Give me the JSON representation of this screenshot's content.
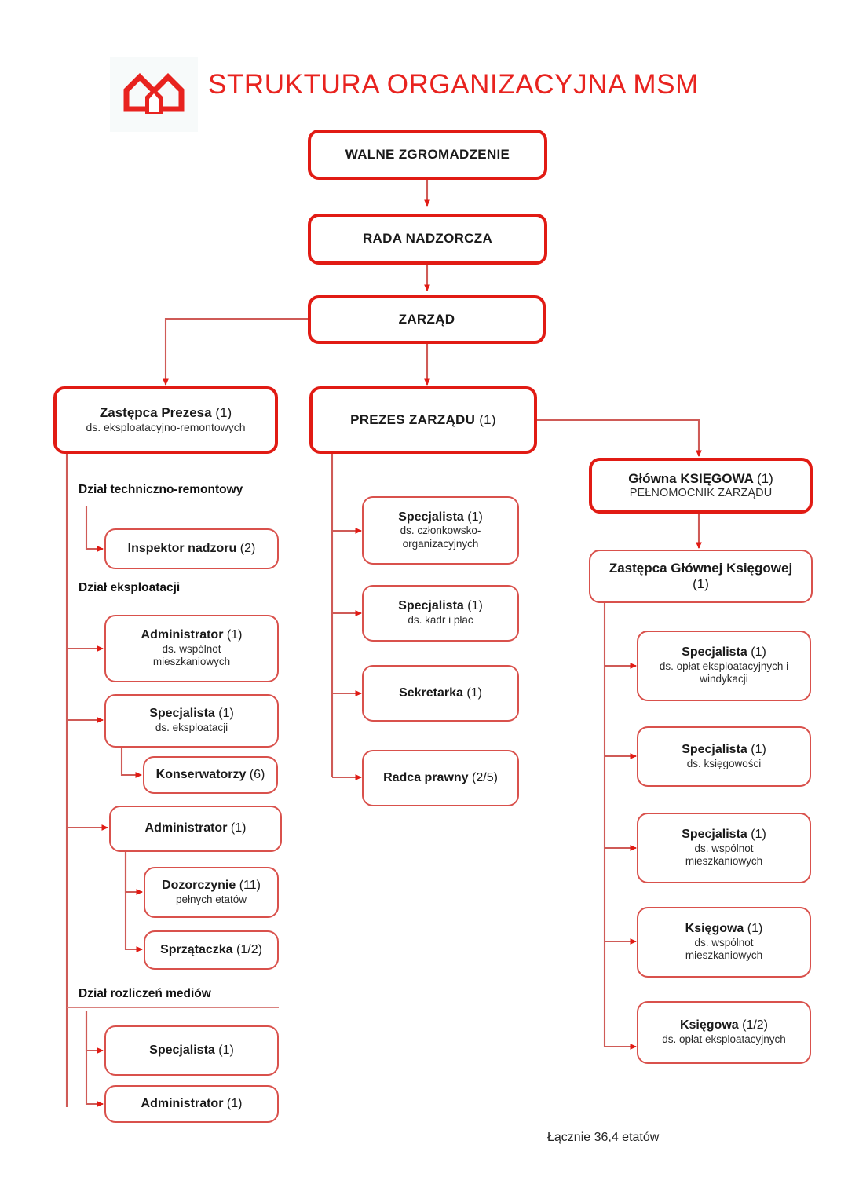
{
  "header": {
    "title": "STRUKTURA   ORGANIZACYJNA MSM",
    "logo_icon": "double-house-logo-icon",
    "brand_color": "#e8231f"
  },
  "footer": {
    "total_label": "Łącznie 36,4 etatów"
  },
  "colors": {
    "line": "#d9514c",
    "box_strong": "#e11b14",
    "box_light": "#d9514c",
    "text": "#1a1a1a"
  },
  "nodes": {
    "walne": {
      "title": "WALNE ZGROMADZENIE",
      "sub": "",
      "count": ""
    },
    "rada": {
      "title": "RADA NADZORCZA",
      "sub": "",
      "count": ""
    },
    "zarzad": {
      "title": "ZARZĄD",
      "sub": "",
      "count": ""
    },
    "zastepca": {
      "title": "Zastępca Prezesa",
      "count": "(1)",
      "sub": "ds. eksploatacyjno-remontowych"
    },
    "prezes": {
      "title": "PREZES ZARZĄDU",
      "count": "(1)",
      "sub": ""
    },
    "glowna": {
      "title": "Główna   KSIĘGOWA",
      "count": "(1)",
      "sub": "PEŁNOMOCNIK ZARZĄDU"
    },
    "zast_gl": {
      "title": "Zastępca Głównej Księgowej",
      "count": "(1)",
      "sub": ""
    },
    "inspektor": {
      "title": "Inspektor nadzoru",
      "count": "(2)",
      "sub": ""
    },
    "admin_wm": {
      "title": "Administrator",
      "count": "(1)",
      "sub": "ds. wspólnot\nmieszkaniowych"
    },
    "spec_eksp": {
      "title": "Specjalista",
      "count": "(1)",
      "sub": "ds. eksploatacji"
    },
    "konserw": {
      "title": "Konserwatorzy",
      "count": "(6)",
      "sub": ""
    },
    "admin2": {
      "title": "Administrator",
      "count": "(1)",
      "sub": ""
    },
    "dozor": {
      "title": "Dozorczynie",
      "count": "(11)",
      "sub": "pełnych etatów"
    },
    "sprzat": {
      "title": "Sprzątaczka",
      "count": "(1/2)",
      "sub": ""
    },
    "media_spec": {
      "title": "Specjalista",
      "count": "(1)",
      "sub": ""
    },
    "media_adm": {
      "title": "Administrator",
      "count": "(1)",
      "sub": ""
    },
    "spec_czlon": {
      "title": "Specjalista",
      "count": "(1)",
      "sub": "ds. członkowsko-\norganizacyjnych"
    },
    "spec_kadr": {
      "title": "Specjalista",
      "count": "(1)",
      "sub": "ds. kadr i płac"
    },
    "sekretarka": {
      "title": "Sekretarka",
      "count": "(1)",
      "sub": ""
    },
    "radca": {
      "title": "Radca prawny",
      "count": "(2/5)",
      "sub": ""
    },
    "spec_oplat": {
      "title": "Specjalista",
      "count": "(1)",
      "sub": "ds. opłat eksploatacyjnych i\nwindykacji"
    },
    "spec_ksieg": {
      "title": "Specjalista",
      "count": "(1)",
      "sub": "ds. księgowości"
    },
    "spec_wm": {
      "title": "Specjalista",
      "count": "(1)",
      "sub": "ds. wspólnot\nmieszkaniowych"
    },
    "ksieg_wm": {
      "title": "Księgowa",
      "count": "(1)",
      "sub": "ds. wspólnot\nmieszkaniowych"
    },
    "ksieg_opl": {
      "title": "Księgowa",
      "count": "(1/2)",
      "sub": "ds. opłat eksploatacyjnych"
    }
  },
  "departments": {
    "tech": {
      "label": "Dział techniczno-remontowy"
    },
    "eksp": {
      "label": "Dział eksploatacji"
    },
    "media": {
      "label": "Dział rozliczeń mediów"
    }
  }
}
